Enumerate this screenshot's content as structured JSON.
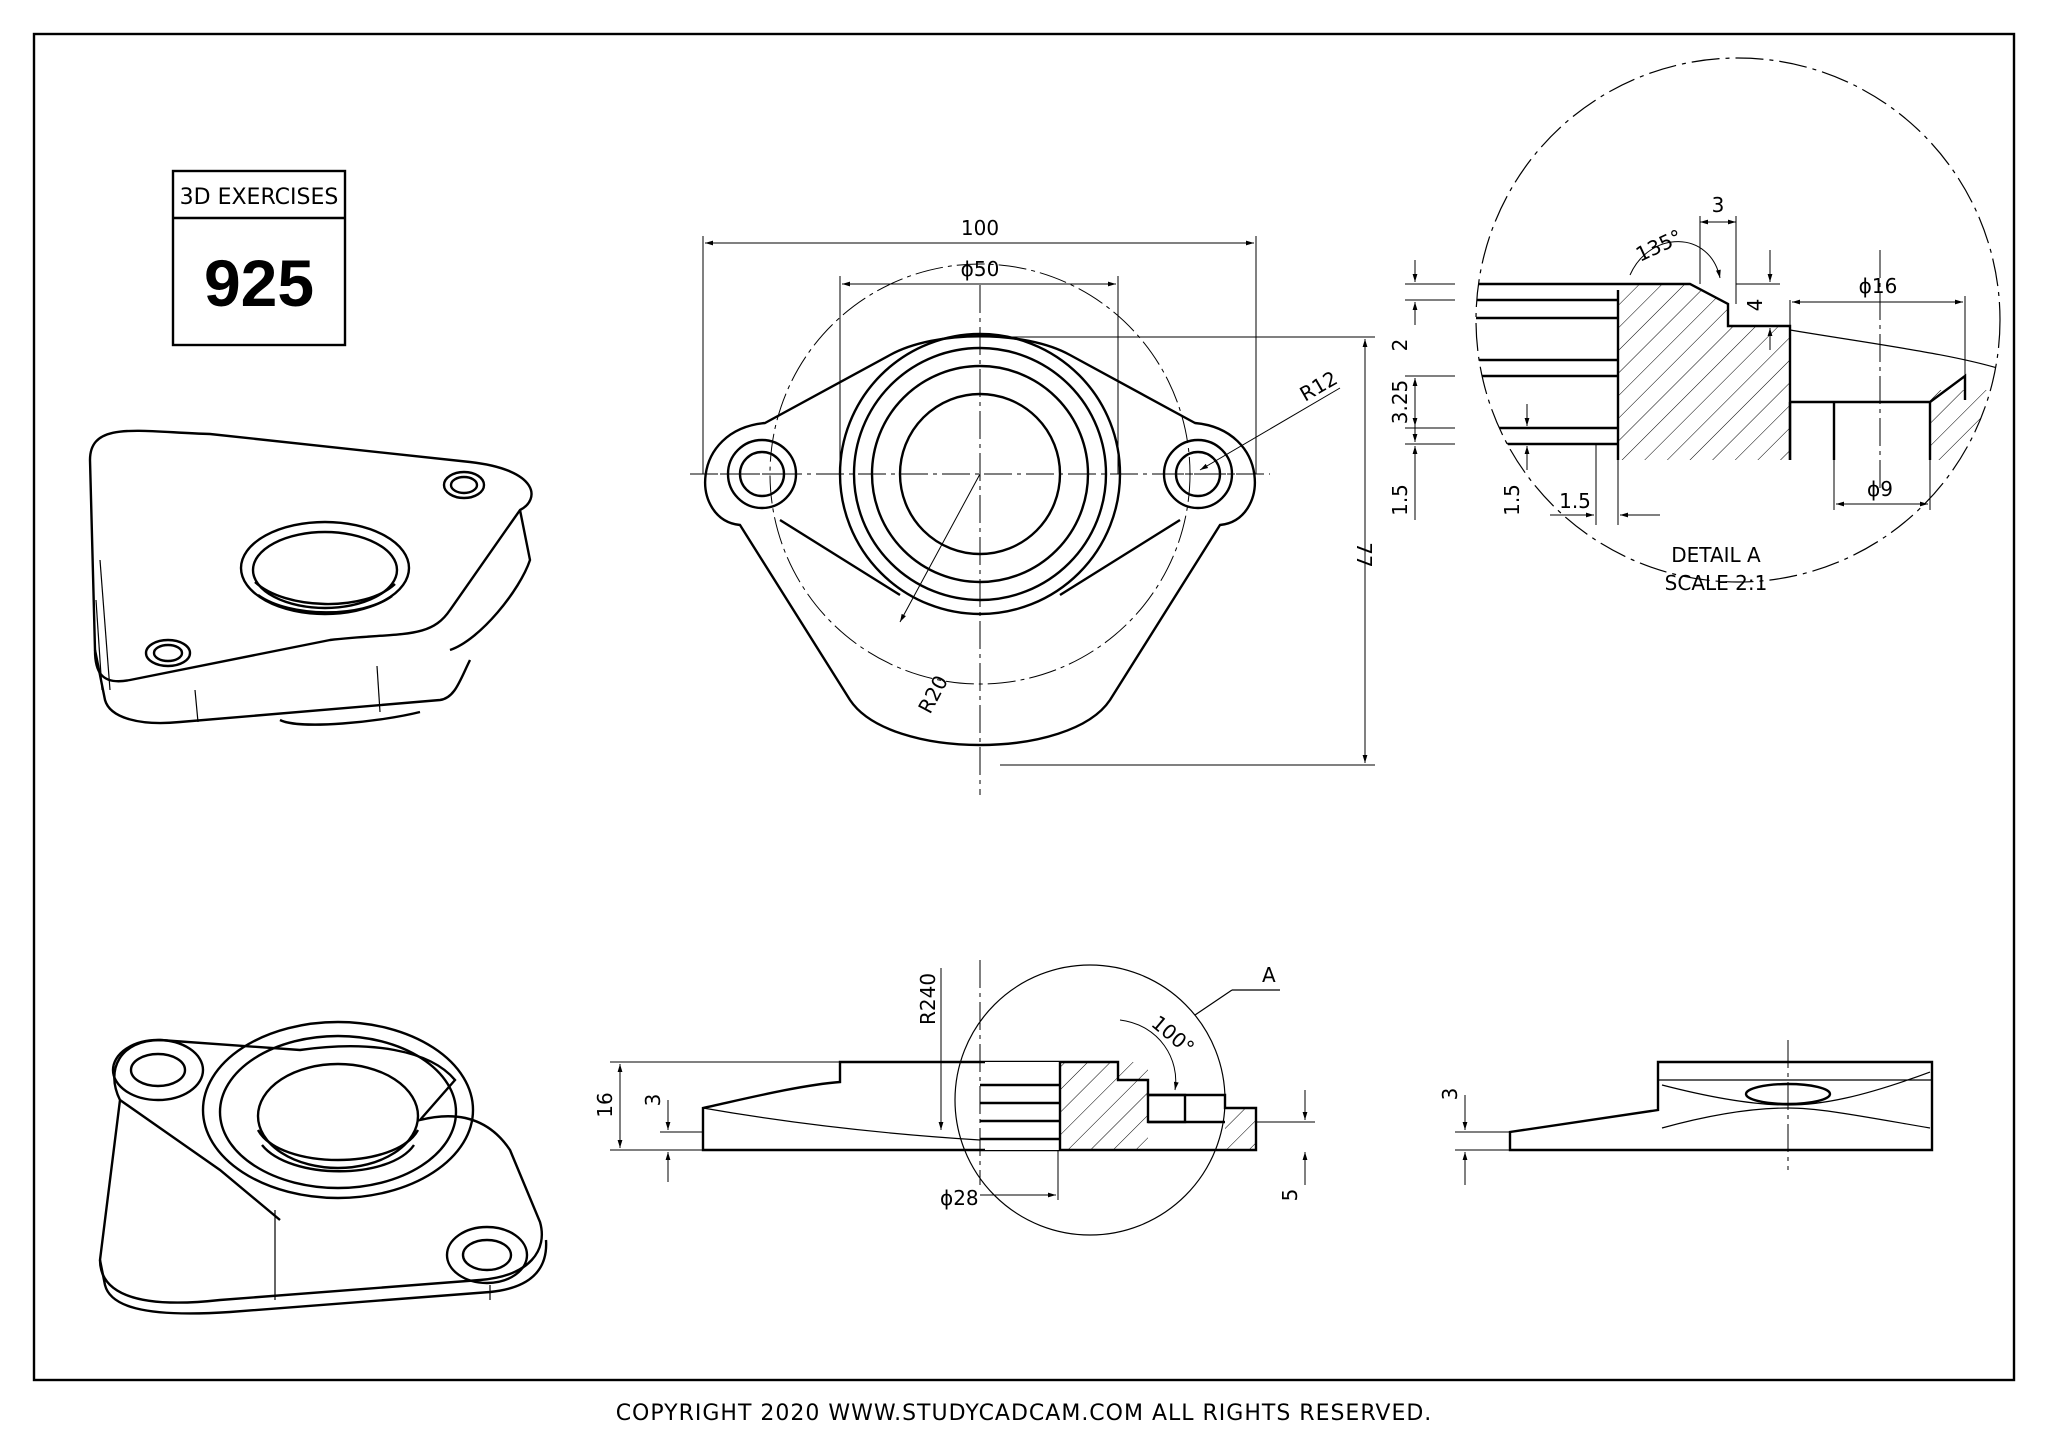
{
  "badge": {
    "label": "3D EXERCISES",
    "number": "925"
  },
  "dimensions": {
    "width_100": "100",
    "dia_50": "ϕ50",
    "r12": "R12",
    "r20": "R20",
    "d77": "77",
    "r240": "R240",
    "d16": "16",
    "d3_front": "3",
    "dia_28": "ϕ28",
    "d5": "5",
    "angle_100": "100°",
    "callout_a": "A",
    "d3_side": "3"
  },
  "detail": {
    "title": "DETAIL A",
    "scale": "SCALE 2:1",
    "angle_135": "135°",
    "d3": "3",
    "d4": "4",
    "dia_16": "ϕ16",
    "d2": "2",
    "d325": "3.25",
    "d15_left": "1.5",
    "d15_mid": "1.5",
    "d15_bottom": "1.5",
    "dia_9": "ϕ9"
  },
  "footer": {
    "copyright": "COPYRIGHT  2020 WWW.STUDYCADCAM.COM ALL RIGHTS RESERVED."
  }
}
